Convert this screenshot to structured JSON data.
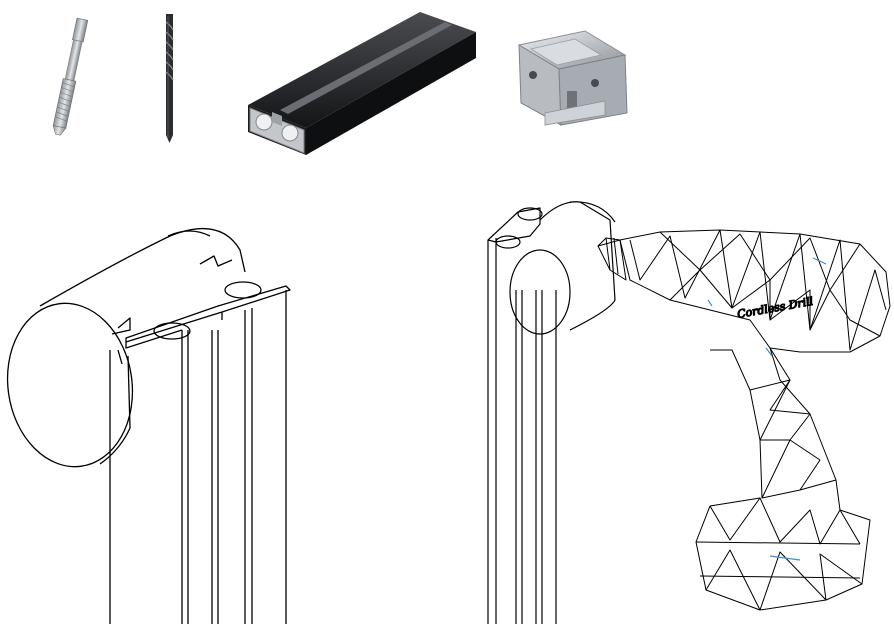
{
  "components": {
    "tap": {
      "name": "tap-icon"
    },
    "drill_bit": {
      "name": "drill-bit-icon"
    },
    "extrusion": {
      "name": "aluminum-extrusion-icon"
    },
    "connector_block": {
      "name": "connector-block-icon"
    }
  },
  "drawings": {
    "left": {
      "name": "extrusion-with-block-drawing"
    },
    "right": {
      "name": "extrusion-block-drill-drawing",
      "drill_brand": "Cordless Drill"
    }
  },
  "colors": {
    "line": "#000000",
    "metal_dark": "#2a2a2a",
    "metal_light": "#c9ccd0",
    "accent_blue": "#3a8fd6"
  }
}
